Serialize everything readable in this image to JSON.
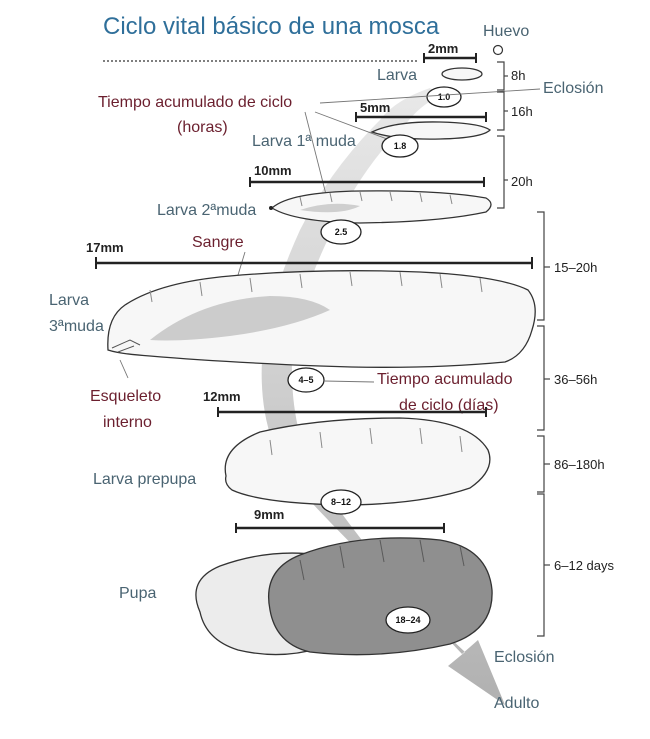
{
  "title": "Ciclo vital básico de una mosca",
  "stages": {
    "egg": "Huevo",
    "larva": "Larva",
    "larva_first_molt": "Larva 1ª muda",
    "larva_second_molt": "Larva 2ªmuda",
    "larva_third_molt_line1": "Larva",
    "larva_third_molt_line2": "3ªmuda",
    "prepupa": "Larva prepupa",
    "pupa": "Pupa",
    "adult": "Adulto"
  },
  "annotations": {
    "hatching_top": "Eclosión",
    "hatching_bottom": "Eclosión",
    "cycle_hours_line1": "Tiempo acumulado de ciclo",
    "cycle_hours_line2": "(horas)",
    "blood": "Sangre",
    "skeleton_line1": "Esqueleto",
    "skeleton_line2": "interno",
    "cycle_days_line1": "Tiempo acumulado",
    "cycle_days_line2": "de ciclo (días)"
  },
  "sizes": {
    "s1": "2mm",
    "s2": "5mm",
    "s3": "10mm",
    "s4": "17mm",
    "s5": "12mm",
    "s6": "9mm"
  },
  "durations": {
    "d1": "8h",
    "d2": "16h",
    "d3": "20h",
    "d4": "15–20h",
    "d5": "36–56h",
    "d6": "86–180h",
    "d7": "6–12 days"
  },
  "cumulative": {
    "c1": "1.0",
    "c2": "1.8",
    "c3": "2.5",
    "c4": "4–5",
    "c5": "8–12",
    "c6": "18–24"
  }
}
